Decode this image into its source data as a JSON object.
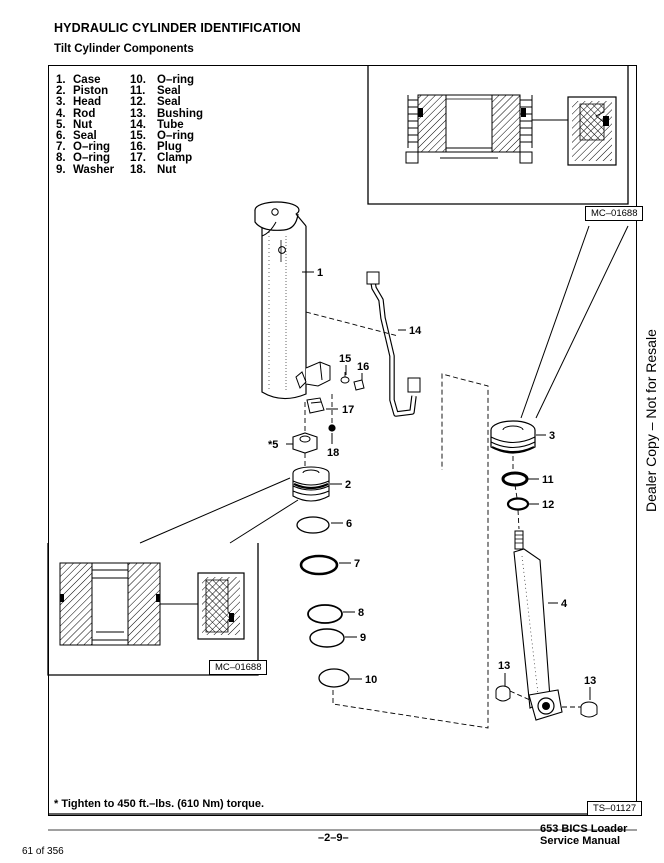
{
  "header": {
    "title": "HYDRAULIC CYLINDER IDENTIFICATION",
    "subtitle": "Tilt Cylinder Components"
  },
  "parts_list": [
    {
      "num": "1.",
      "name": "Case",
      "num2": "10.",
      "name2": "O–ring"
    },
    {
      "num": "2.",
      "name": "Piston",
      "num2": "11.",
      "name2": "Seal"
    },
    {
      "num": "3.",
      "name": "Head",
      "num2": "12.",
      "name2": "Seal"
    },
    {
      "num": "4.",
      "name": "Rod",
      "num2": "13.",
      "name2": "Bushing"
    },
    {
      "num": "5.",
      "name": "Nut",
      "num2": "14.",
      "name2": "Tube"
    },
    {
      "num": "6.",
      "name": "Seal",
      "num2": "15.",
      "name2": "O–ring"
    },
    {
      "num": "7.",
      "name": "O–ring",
      "num2": "16.",
      "name2": "Plug"
    },
    {
      "num": "8.",
      "name": "O–ring",
      "num2": "17.",
      "name2": "Clamp"
    },
    {
      "num": "9.",
      "name": "Washer",
      "num2": "18.",
      "name2": "Nut"
    }
  ],
  "callouts": {
    "c1": "1",
    "c2": "2",
    "c3": "3",
    "c4": "4",
    "c5": "*5",
    "c6": "6",
    "c7": "7",
    "c8": "8",
    "c9": "9",
    "c10": "10",
    "c11": "11",
    "c12": "12",
    "c13a": "13",
    "c13b": "13",
    "c14": "14",
    "c15": "15",
    "c16": "16",
    "c17": "17",
    "c18": "18"
  },
  "detail_tags": {
    "top_right": "MC–01688",
    "left": "MC–01688",
    "figure": "TS–01127"
  },
  "torque_note": "* Tighten to 450 ft.–lbs. (610 Nm) torque.",
  "side_watermark": "Dealer Copy – Not for Resale",
  "footer": {
    "page_number": "–2–9–",
    "manual_line1": "653 BICS Loader",
    "manual_line2": "Service Manual",
    "page_count": "61 of 356"
  }
}
